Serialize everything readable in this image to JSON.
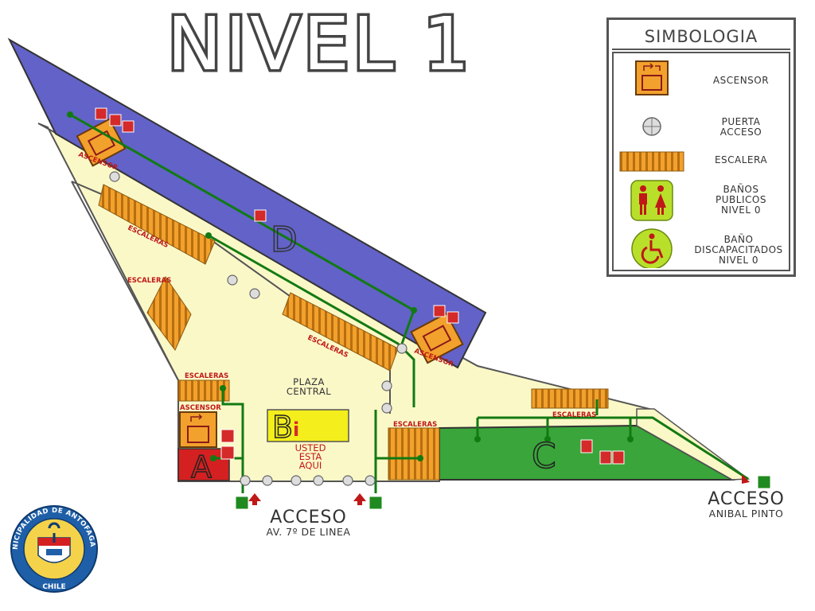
{
  "title": "NIVEL 1",
  "legend": {
    "title": "SIMBOLOGIA",
    "items": [
      {
        "label_lines": [
          "ASCENSOR"
        ],
        "icon": "elevator-icon"
      },
      {
        "label_lines": [
          "PUERTA",
          "ACCESO"
        ],
        "icon": "door-access-icon"
      },
      {
        "label_lines": [
          "ESCALERA"
        ],
        "icon": "stairs-icon"
      },
      {
        "label_lines": [
          "BAÑOS",
          "PUBLICOS",
          "NIVEL 0"
        ],
        "icon": "restroom-icon"
      },
      {
        "label_lines": [
          "BAÑO",
          "DISCAPACITADOS",
          "NIVEL 0"
        ],
        "icon": "wheelchair-icon"
      }
    ]
  },
  "zones": {
    "a": "A",
    "b": "B",
    "b_info": "i",
    "c": "C",
    "d": "D"
  },
  "labels": {
    "plaza": [
      "PLAZA",
      "CENTRAL"
    ],
    "you_are_here": [
      "USTED",
      "ESTA",
      "AQUI"
    ],
    "escaleras": "ESCALERAS",
    "ascensor": "ASCENSOR"
  },
  "access_main": {
    "title": "ACCESO",
    "sub": "AV. 7º DE LINEA"
  },
  "access_side": {
    "title": "ACCESO",
    "sub": "ANIBAL PINTO"
  },
  "seal": {
    "text": "MUNICIPALIDAD DE ANTOFAGASTA",
    "country": "CHILE"
  },
  "colors": {
    "plaza": "#fbf8c8",
    "zone_d": "#6262c8",
    "zone_c": "#3aa53a",
    "zone_a": "#d42020",
    "stairs": "#f2a12c",
    "route": "#127a12",
    "sign_red": "#d42a2a",
    "zone_b": "#f4ee1c"
  }
}
